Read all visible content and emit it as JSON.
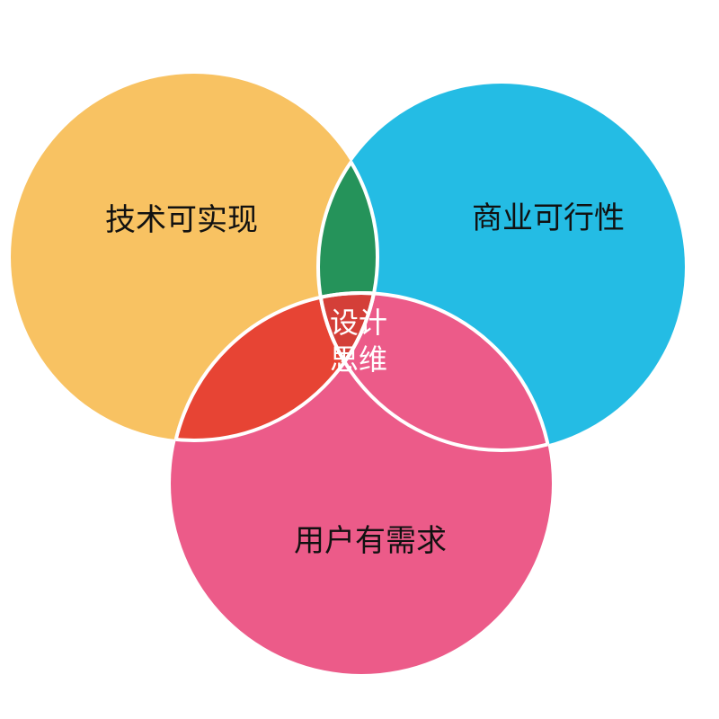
{
  "diagram": {
    "type": "venn",
    "circles": [
      {
        "id": "technology",
        "label": "技术可实现",
        "color": "#F8C262"
      },
      {
        "id": "business",
        "label": "商业可行性",
        "color": "#24BCE4"
      },
      {
        "id": "user",
        "label": "用户有需求",
        "color": "#EC5B89"
      }
    ],
    "intersections": {
      "technology_business": {
        "color": "#25935A"
      },
      "technology_user": {
        "color": "#E74434"
      },
      "business_user": {
        "color": "#EC5B89"
      },
      "all": {
        "color": "#D43F38",
        "label_line1": "设计",
        "label_line2": "思维"
      }
    },
    "outline_color": "#FFFFFF"
  }
}
